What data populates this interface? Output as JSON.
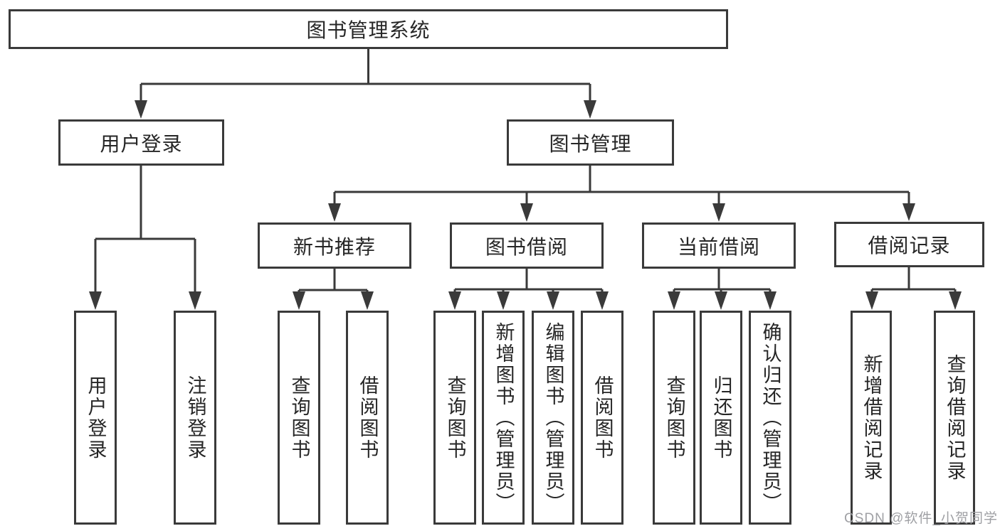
{
  "diagram": {
    "title": "图书管理系统",
    "nodes": {
      "root": {
        "label": "图书管理系统"
      },
      "user_login": {
        "label": "用户登录"
      },
      "book_mgmt": {
        "label": "图书管理"
      },
      "new_book_rec": {
        "label": "新书推荐"
      },
      "book_borrow": {
        "label": "图书借阅"
      },
      "current_borrow": {
        "label": "当前借阅"
      },
      "borrow_record": {
        "label": "借阅记录"
      },
      "leaf_user_login": {
        "label": "用户登录"
      },
      "leaf_logout": {
        "label": "注销登录"
      },
      "leaf_query_book_rec": {
        "label": "查询图书"
      },
      "leaf_borrow_book_rec": {
        "label": "借阅图书"
      },
      "leaf_query_book_borrow": {
        "label": "查询图书"
      },
      "leaf_add_book": {
        "label": "新增图书（管理员）"
      },
      "leaf_edit_book": {
        "label": "编辑图书（管理员）"
      },
      "leaf_borrow_book": {
        "label": "借阅图书"
      },
      "leaf_query_book_current": {
        "label": "查询图书"
      },
      "leaf_return_book": {
        "label": "归还图书"
      },
      "leaf_confirm_return": {
        "label": "确认归还（管理员）"
      },
      "leaf_add_record": {
        "label": "新增借阅记录"
      },
      "leaf_query_record": {
        "label": "查询借阅记录"
      }
    },
    "edges": [
      [
        "root",
        "user_login"
      ],
      [
        "root",
        "book_mgmt"
      ],
      [
        "user_login",
        "leaf_user_login"
      ],
      [
        "user_login",
        "leaf_logout"
      ],
      [
        "book_mgmt",
        "new_book_rec"
      ],
      [
        "book_mgmt",
        "book_borrow"
      ],
      [
        "book_mgmt",
        "current_borrow"
      ],
      [
        "book_mgmt",
        "borrow_record"
      ],
      [
        "new_book_rec",
        "leaf_query_book_rec"
      ],
      [
        "new_book_rec",
        "leaf_borrow_book_rec"
      ],
      [
        "book_borrow",
        "leaf_query_book_borrow"
      ],
      [
        "book_borrow",
        "leaf_add_book"
      ],
      [
        "book_borrow",
        "leaf_edit_book"
      ],
      [
        "book_borrow",
        "leaf_borrow_book"
      ],
      [
        "current_borrow",
        "leaf_query_book_current"
      ],
      [
        "current_borrow",
        "leaf_return_book"
      ],
      [
        "current_borrow",
        "leaf_confirm_return"
      ],
      [
        "borrow_record",
        "leaf_add_record"
      ],
      [
        "borrow_record",
        "leaf_query_record"
      ]
    ]
  },
  "watermark": {
    "text": "CSDN @软件_小贺同学"
  },
  "colors": {
    "line": "#3a3a3a",
    "text": "#262626",
    "watermark": "#9fa0a4",
    "background": "#ffffff"
  }
}
